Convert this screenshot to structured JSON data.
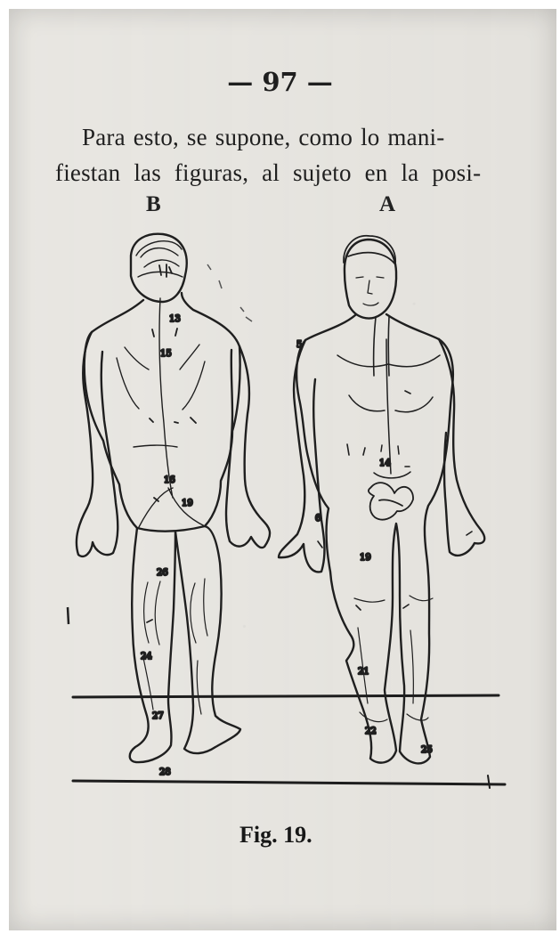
{
  "page": {
    "number": "— 97 —",
    "lines": [
      "Para esto, se supone, como lo mani-",
      "fiestan las figuras, al sujeto en la posi-"
    ],
    "figure_labels": {
      "back": "B",
      "front": "A"
    },
    "caption": "Fig. 19."
  }
}
